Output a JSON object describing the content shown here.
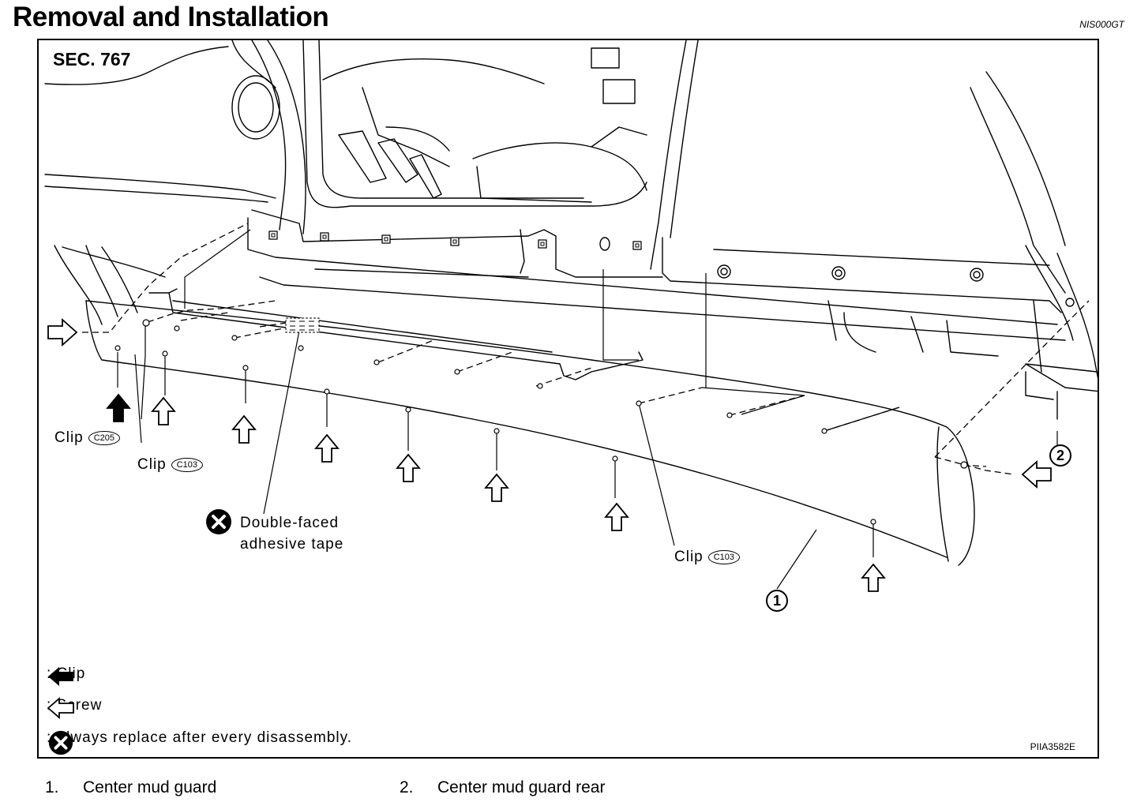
{
  "header": {
    "title": "Removal and Installation",
    "doc_code": "NIS000GT"
  },
  "figure": {
    "section": "SEC. 767",
    "image_code": "PIIA3582E",
    "labels": {
      "clip_label": "Clip",
      "clip_c205": "C205",
      "clip_c103": "C103",
      "tape_line1": "Double-faced",
      "tape_line2": "adhesive tape",
      "callout_1": "1",
      "callout_2": "2"
    }
  },
  "legend": {
    "clip": ": Clip",
    "screw": ": Screw",
    "replace": ": Always replace after every disassembly."
  },
  "parts": [
    {
      "num": "1.",
      "name": "Center mud guard"
    },
    {
      "num": "2.",
      "name": "Center mud guard rear"
    }
  ]
}
